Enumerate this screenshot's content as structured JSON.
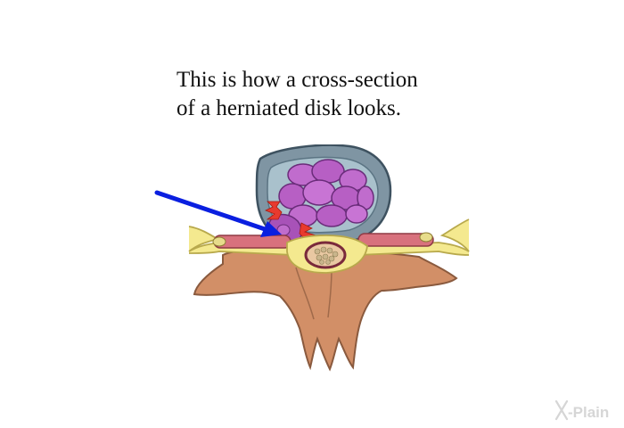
{
  "caption": {
    "line1": "This is how a cross-section",
    "line2": "of a herniated disk looks."
  },
  "illustration": {
    "subject": "herniated-disk-cross-section",
    "colors": {
      "annulus": "#7f95a3",
      "annulus_inner": "#a9c1cc",
      "nucleus": "#b75fc4",
      "nucleus_dark": "#7d3a8e",
      "herniation": "#e83a2e",
      "nerve_root": "#f4e98f",
      "nerve_outline": "#b8a94c",
      "nerve_sleeve": "#d8717d",
      "vertebra": "#d28f67",
      "vertebra_outline": "#8a5a3e",
      "spinal_cord": "#e9c8a2",
      "pointer_arrow": "#0a1fe0"
    }
  },
  "logo": {
    "text": "X-Plain",
    "color": "#d6d6d6"
  }
}
